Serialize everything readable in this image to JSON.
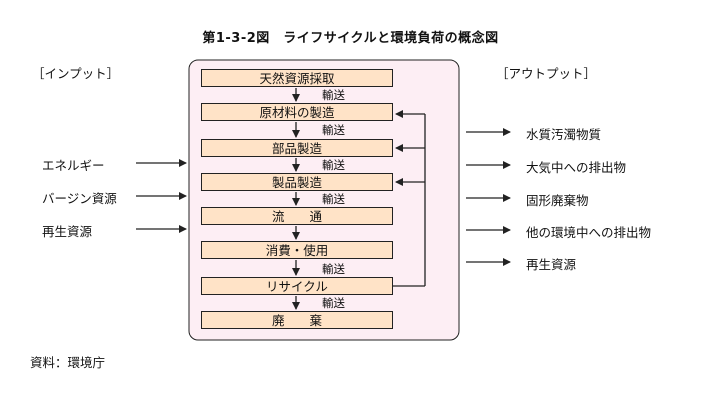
{
  "title": "第1-3-2図　ライフサイクルと環境負荷の概念図",
  "input_header": "［インプット］",
  "output_header": "［アウトプット］",
  "inputs": [
    "エネルギー",
    "バージン資源",
    "再生資源"
  ],
  "stages": [
    "天然資源採取",
    "原材料の製造",
    "部品製造",
    "製品製造",
    "流　　通",
    "消費・使用",
    "リサイクル",
    "廃　　棄"
  ],
  "transport_label": "輸送",
  "outputs": [
    "水質汚濁物質",
    "大気中への排出物",
    "固形廃棄物",
    "他の環境中への排出物",
    "再生資源"
  ],
  "source": "資料：環境庁",
  "colors": {
    "process_box": "#fdeef4",
    "stage_fill": "#ffe3c7",
    "line": "#222222"
  }
}
